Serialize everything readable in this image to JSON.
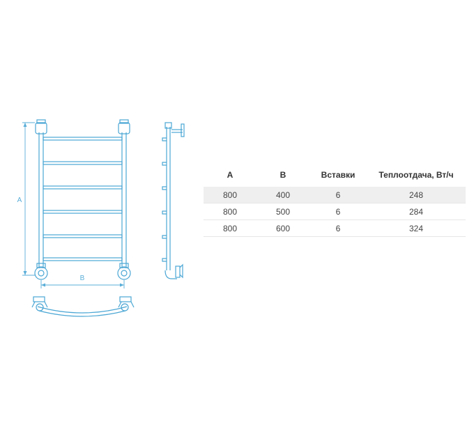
{
  "drawing": {
    "dim_a_label": "A",
    "dim_b_label": "B",
    "line_color": "#4aa6d4",
    "dim_color": "#5aaed8"
  },
  "table": {
    "headers": [
      "A",
      "B",
      "Вставки",
      "Теплоотдача, Вт/ч"
    ],
    "rows": [
      [
        "800",
        "400",
        "6",
        "248"
      ],
      [
        "800",
        "500",
        "6",
        "284"
      ],
      [
        "800",
        "600",
        "6",
        "324"
      ]
    ]
  }
}
